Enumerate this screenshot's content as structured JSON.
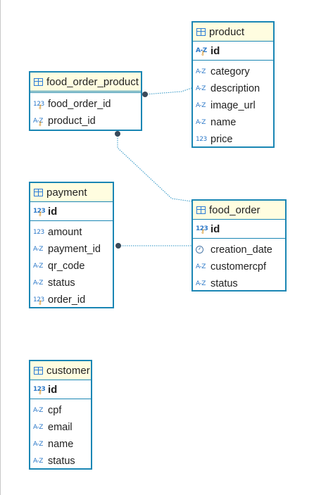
{
  "tables": {
    "product": {
      "name": "product",
      "pk": {
        "name": "id",
        "type_icon": "A-Z"
      },
      "columns": [
        {
          "name": "category",
          "type_icon": "A-Z"
        },
        {
          "name": "description",
          "type_icon": "A-Z"
        },
        {
          "name": "image_url",
          "type_icon": "A-Z"
        },
        {
          "name": "name",
          "type_icon": "A-Z"
        },
        {
          "name": "price",
          "type_icon": "123"
        }
      ]
    },
    "food_order_product": {
      "name": "food_order_product",
      "columns": [
        {
          "name": "food_order_id",
          "type_icon": "123"
        },
        {
          "name": "product_id",
          "type_icon": "A-Z"
        }
      ]
    },
    "payment": {
      "name": "payment",
      "pk": {
        "name": "id",
        "type_icon": "123"
      },
      "columns": [
        {
          "name": "amount",
          "type_icon": "123"
        },
        {
          "name": "payment_id",
          "type_icon": "A-Z"
        },
        {
          "name": "qr_code",
          "type_icon": "A-Z"
        },
        {
          "name": "status",
          "type_icon": "A-Z"
        },
        {
          "name": "order_id",
          "type_icon": "123"
        }
      ]
    },
    "food_order": {
      "name": "food_order",
      "pk": {
        "name": "id",
        "type_icon": "123"
      },
      "columns": [
        {
          "name": "creation_date",
          "type_icon": "clock"
        },
        {
          "name": "customercpf",
          "type_icon": "A-Z"
        },
        {
          "name": "status",
          "type_icon": "A-Z"
        }
      ]
    },
    "customer": {
      "name": "customer",
      "pk": {
        "name": "id",
        "type_icon": "123"
      },
      "columns": [
        {
          "name": "cpf",
          "type_icon": "A-Z"
        },
        {
          "name": "email",
          "type_icon": "A-Z"
        },
        {
          "name": "name",
          "type_icon": "A-Z"
        },
        {
          "name": "status",
          "type_icon": "A-Z"
        }
      ]
    }
  },
  "relationships": [
    {
      "from": "food_order_product",
      "to": "product"
    },
    {
      "from": "food_order_product",
      "to": "food_order"
    },
    {
      "from": "payment",
      "to": "food_order"
    }
  ],
  "colors": {
    "table_border": "#1a86b4",
    "header_bg": "#fffde0",
    "relation_line": "#2a93c4"
  }
}
